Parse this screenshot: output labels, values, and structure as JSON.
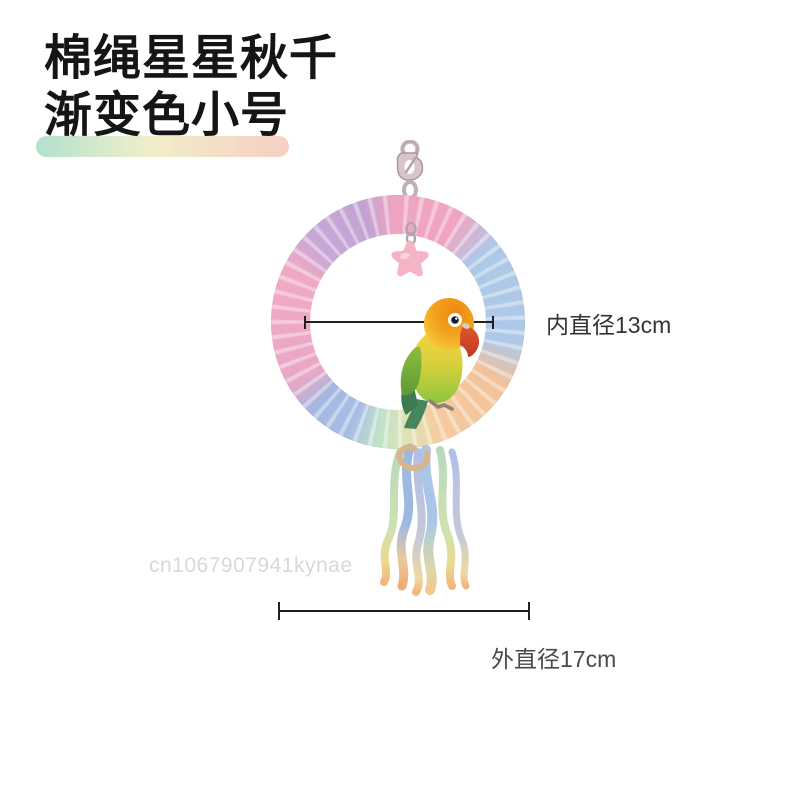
{
  "title": {
    "line1": "棉绳星星秋千",
    "line2": "渐变色小号"
  },
  "annotations": {
    "inner_diameter": "内直径13cm",
    "outer_diameter": "外直径17cm"
  },
  "watermark": "cn1067907941kynae",
  "style": {
    "background": "#ffffff",
    "title_color": "#151515",
    "title_highlight_gradient": [
      "#b2e2ce",
      "#f1eec9",
      "#f6cfc3"
    ],
    "annotation_text_color": "#333333",
    "measure_line_color": "#1f1f1f",
    "watermark_color": "#d8d8d8"
  },
  "product": {
    "ring_segment_colors": [
      "#efa5c1",
      "#aec8e8",
      "#f2c29a",
      "#dde4b4",
      "#bfe2cb",
      "#a9bde4",
      "#e9a8c6",
      "#c6a7d6"
    ],
    "star_charm_color": "#f5b4c6",
    "hook_color": "#d6c5cb",
    "tassel_colors": [
      "#9db9e2",
      "#b7d9bd",
      "#a9c6e8",
      "#ecdf96",
      "#f0aa74",
      "#b3bfe4"
    ],
    "bird_colors": {
      "head": "#ee8b12",
      "cheek": "#f9d94f",
      "beak": "#d94529",
      "breast": "#f3cf3e",
      "body": "#8cc63f",
      "wing": "#66a339",
      "tail": "#47855f"
    }
  }
}
